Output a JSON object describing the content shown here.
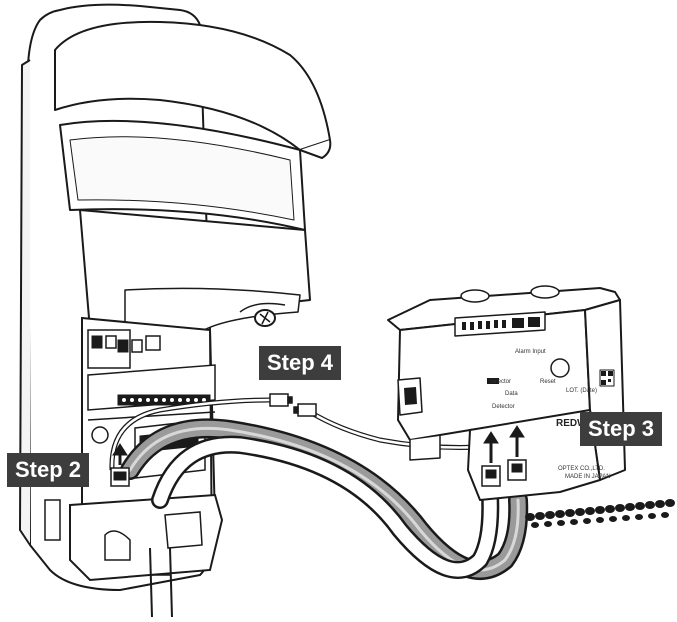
{
  "labels": {
    "step2": "Step 2",
    "step3": "Step 3",
    "step4": "Step 4"
  },
  "module": {
    "brand": "REDWA",
    "alarm_input": "Alarm Input",
    "selector": "Selector",
    "data": "Data",
    "detector": "Detector",
    "reset": "Reset",
    "maker": "OPTEX CO.,LTD.",
    "made_in": "MADE IN JAPAN",
    "lot": "LOT. (Date)"
  },
  "colors": {
    "line": "#1a1a1a",
    "label_bg": "#3d3d3d",
    "label_text": "#ffffff",
    "cable_gray": "#9a9a9a"
  }
}
